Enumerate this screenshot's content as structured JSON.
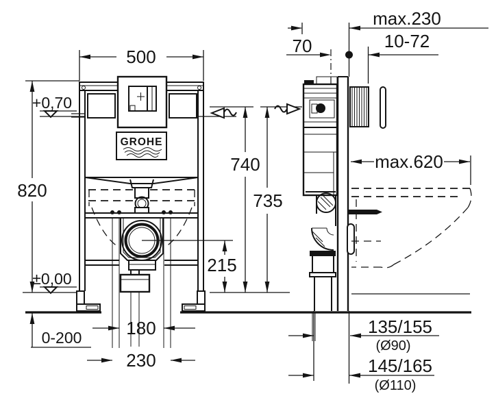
{
  "brand": {
    "logo_text": "GROHE"
  },
  "colors": {
    "line": "#141414",
    "background": "#ffffff"
  },
  "front_view": {
    "frame_width": "500",
    "frame_height": "820",
    "level_upper": "+0,70",
    "level_zero": "±0,00",
    "floor_buildup_range": "0-200",
    "fixing_spacing": "180",
    "fixing_outer_spacing": "230",
    "drain_center_height": "215",
    "height_flush_connection": "740",
    "height_alt": "735"
  },
  "side_view": {
    "inlet_offset": "70",
    "max_installation_depth": "max.230",
    "finished_wall_range": "10-72",
    "max_bowl_projection": "max.620",
    "drain_offset_small": "135/155",
    "drain_dia_small": "(Ø90)",
    "drain_offset_large": "145/165",
    "drain_dia_large": "(Ø110)"
  }
}
